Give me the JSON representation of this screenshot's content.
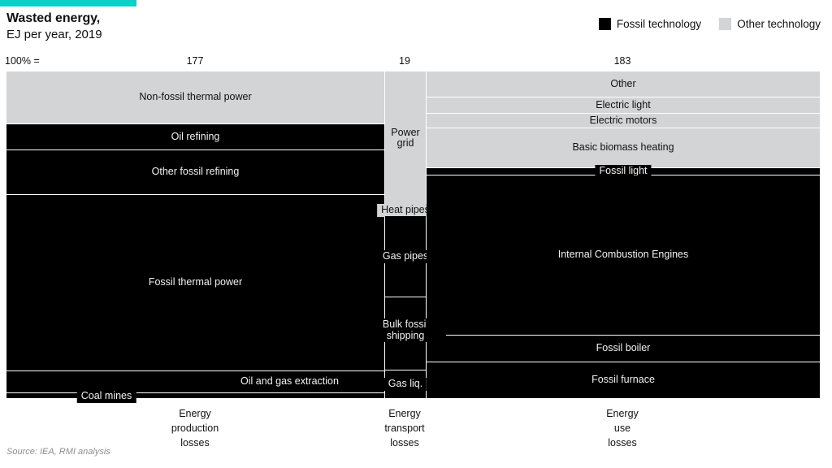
{
  "header": {
    "title": "Wasted energy,",
    "subtitle": "EJ per year, 2019",
    "accent_color": "#0ad1c8"
  },
  "legend": {
    "items": [
      {
        "label": "Fossil technology",
        "color": "#000000"
      },
      {
        "label": "Other technology",
        "color": "#d2d4d6"
      }
    ]
  },
  "axis": {
    "pct_label": "100% =",
    "totals": [
      "177",
      "19",
      "183"
    ],
    "category_labels": [
      "Energy\nproduction\nlosses",
      "Energy\ntransport\nlosses",
      "Energy\nuse\nlosses"
    ],
    "cat1_l1": "Energy",
    "cat1_l2": "production",
    "cat1_l3": "losses",
    "cat2_l1": "Energy",
    "cat2_l2": "transport",
    "cat2_l3": "losses",
    "cat3_l1": "Energy",
    "cat3_l2": "use",
    "cat3_l3": "losses"
  },
  "source": "Source: IEA, RMI analysis",
  "chart_data": {
    "type": "bar",
    "subtype": "marimekko-mosaic",
    "title": "Wasted energy,",
    "subtitle": "EJ per year, 2019",
    "xlabel": "",
    "ylabel": "",
    "grid": false,
    "legend_position": "top-right",
    "categories": [
      "Energy production losses",
      "Energy transport losses",
      "Energy use losses"
    ],
    "column_totals_ej": [
      177,
      19,
      183
    ],
    "column_width_share_pct": [
      46.5,
      5.0,
      48.5
    ],
    "columns": [
      {
        "name": "Energy production losses",
        "total_ej": 177,
        "segments": [
          {
            "label": "Non-fossil thermal power",
            "type": "other",
            "share_pct": 16.2,
            "value_ej": 28.7
          },
          {
            "label": "Oil refining",
            "type": "fossil",
            "share_pct": 8.0,
            "value_ej": 14.2
          },
          {
            "label": "Other fossil refining",
            "type": "fossil",
            "share_pct": 13.7,
            "value_ej": 24.2
          },
          {
            "label": "Fossil thermal power",
            "type": "fossil",
            "share_pct": 54.2,
            "value_ej": 95.9
          },
          {
            "label": "Oil and gas extraction",
            "type": "fossil",
            "share_pct": 6.7,
            "value_ej": 11.9
          },
          {
            "label": "Coal mines",
            "type": "fossil",
            "share_pct": 1.2,
            "value_ej": 2.1
          }
        ]
      },
      {
        "name": "Energy transport losses",
        "total_ej": 19,
        "segments": [
          {
            "label": "Power grid",
            "type": "other",
            "share_pct": 41.0,
            "value_ej": 7.8
          },
          {
            "label": "Heat pipes",
            "type": "fossil",
            "share_pct": 3.0,
            "value_ej": 0.6
          },
          {
            "label": "Gas pipes",
            "type": "fossil",
            "share_pct": 24.9,
            "value_ej": 4.7
          },
          {
            "label": "Bulk fossil shipping",
            "type": "fossil",
            "share_pct": 22.4,
            "value_ej": 4.3
          },
          {
            "label": "Gas liq.",
            "type": "fossil",
            "share_pct": 8.7,
            "value_ej": 1.6
          }
        ]
      },
      {
        "name": "Energy use losses",
        "total_ej": 183,
        "segments": [
          {
            "label": "Other",
            "type": "other",
            "share_pct": 8.0,
            "value_ej": 14.6
          },
          {
            "label": "Electric light",
            "type": "other",
            "share_pct": 5.0,
            "value_ej": 9.2
          },
          {
            "label": "Electric motors",
            "type": "other",
            "share_pct": 4.5,
            "value_ej": 8.2
          },
          {
            "label": "Basic biomass heating",
            "type": "other",
            "share_pct": 12.4,
            "value_ej": 22.7
          },
          {
            "label": "Fossil light",
            "type": "fossil",
            "share_pct": 1.0,
            "value_ej": 1.8
          },
          {
            "label": "Internal Combustion Engines",
            "type": "fossil",
            "share_pct": 50.2,
            "value_ej": 91.9
          },
          {
            "label": "Fossil boiler",
            "type": "fossil",
            "share_pct": 8.2,
            "value_ej": 15.0
          },
          {
            "label": "Fossil furnace",
            "type": "fossil",
            "share_pct": 10.7,
            "value_ej": 19.6
          }
        ]
      }
    ]
  }
}
